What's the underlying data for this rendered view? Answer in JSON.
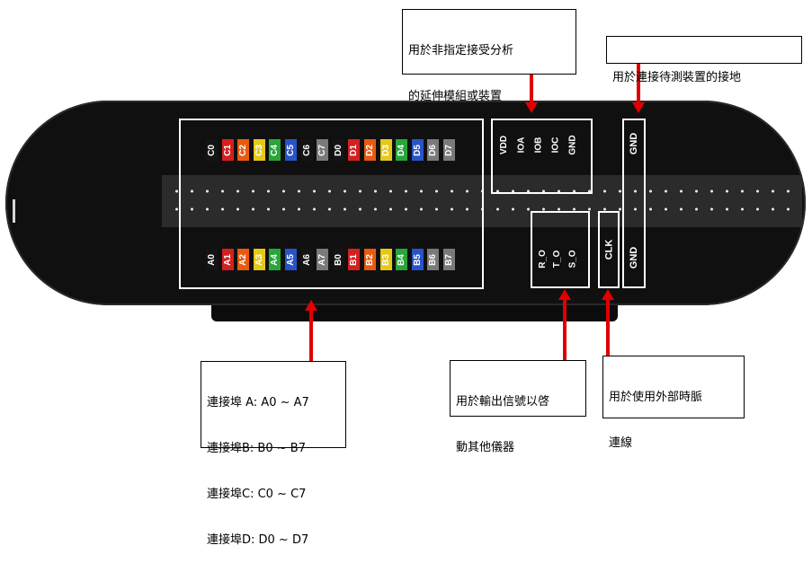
{
  "device": {
    "top_pins": [
      "C0",
      "C1",
      "C2",
      "C3",
      "C4",
      "C5",
      "C6",
      "C7",
      "D0",
      "D1",
      "D2",
      "D3",
      "D4",
      "D5",
      "D6",
      "D7"
    ],
    "bottom_pins": [
      "A0",
      "A1",
      "A2",
      "A3",
      "A4",
      "A5",
      "A6",
      "A7",
      "B0",
      "B1",
      "B2",
      "B3",
      "B4",
      "B5",
      "B6",
      "B7"
    ],
    "top_colors": [
      "#141414",
      "#d42020",
      "#e85a10",
      "#e6c81a",
      "#28a63a",
      "#2755c8",
      "#141414",
      "#7a7a7a",
      "#141414",
      "#d42020",
      "#e85a10",
      "#e6c81a",
      "#28a63a",
      "#2755c8",
      "#7a7a7a",
      "#7a7a7a"
    ],
    "bottom_colors": [
      "#141414",
      "#d42020",
      "#e85a10",
      "#e6c81a",
      "#28a63a",
      "#2755c8",
      "#141414",
      "#7a7a7a",
      "#141414",
      "#d42020",
      "#e85a10",
      "#e6c81a",
      "#28a63a",
      "#2755c8",
      "#7a7a7a",
      "#7a7a7a"
    ],
    "io_pins": [
      "VDD",
      "IOA",
      "IOB",
      "IOC",
      "GND"
    ],
    "trigger_pins": [
      "R_O",
      "T_O",
      "S_O"
    ],
    "clk_pin": "CLK",
    "gnd_top": "GND",
    "gnd_bottom": "GND"
  },
  "callouts": {
    "expansion": [
      "用於非指定接受分析",
      "的延伸模組或裝置"
    ],
    "ground": "用於連接待測裝置的接地",
    "ports": [
      "連接埠 A: A0 ~ A7",
      "連接埠B: B0 ~ B7",
      "連接埠C: C0 ~ C7",
      "連接埠D: D0 ~ D7"
    ],
    "trigger": [
      "用於輸出信號以啓",
      "動其他儀器"
    ],
    "clock": [
      "用於使用外部時脈",
      "連線"
    ]
  },
  "colors": {
    "arrow": "#e00000",
    "device_body": "#101010",
    "outline": "#ffffff"
  }
}
